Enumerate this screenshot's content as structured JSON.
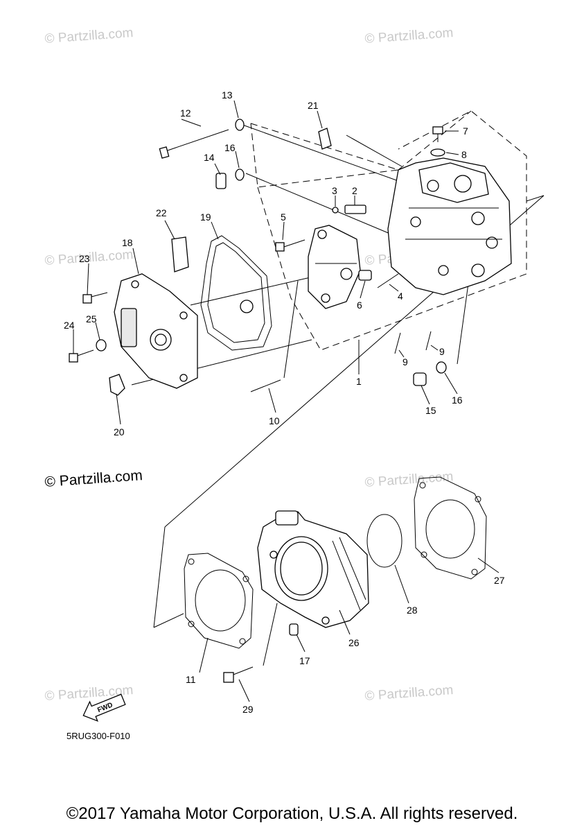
{
  "watermark": "© Partzilla.com",
  "diagram_code": "5RUG300-F010",
  "fwd_label": "FWD",
  "copyright": "©2017 Yamaha Motor Corporation, U.S.A. All rights reserved.",
  "callouts": {
    "c1": "1",
    "c2": "2",
    "c3": "3",
    "c4": "4",
    "c5": "5",
    "c6": "6",
    "c7": "7",
    "c8": "8",
    "c9a": "9",
    "c9b": "9",
    "c10": "10",
    "c11": "11",
    "c12": "12",
    "c13": "13",
    "c14": "14",
    "c15": "15",
    "c16a": "16",
    "c16b": "16",
    "c17": "17",
    "c18": "18",
    "c19": "19",
    "c20": "20",
    "c21": "21",
    "c22": "22",
    "c23": "23",
    "c24": "24",
    "c25": "25",
    "c26": "26",
    "c27": "27",
    "c28": "28",
    "c29": "29"
  }
}
